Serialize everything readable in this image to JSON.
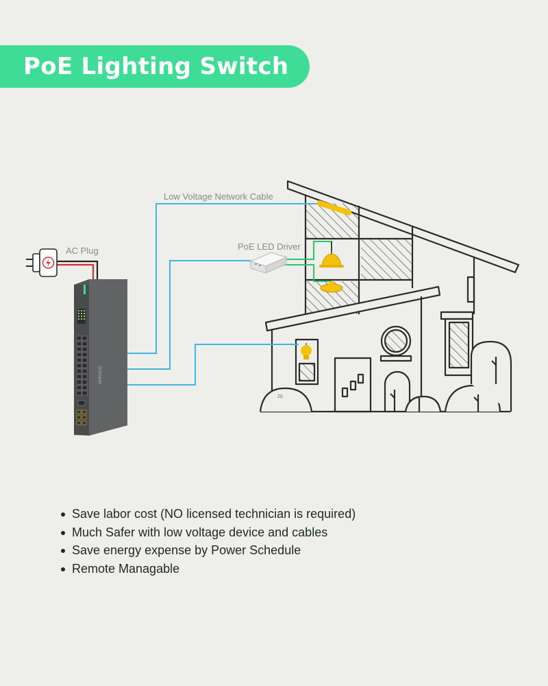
{
  "title": "PoE Lighting Switch",
  "labels": {
    "cable": "Low Voltage Network Cable",
    "driver": "PoE LED Driver",
    "plug": "AC Plug"
  },
  "switch_brand": "HORACO",
  "house_number": "20",
  "colors": {
    "accent": "#3FDC98",
    "network_cable": "#3DB6E6",
    "power_cable_red": "#D32F2F",
    "led_cable_green": "#28C76F",
    "lamp": "#F4C20D",
    "switch_body": "#5E5F60"
  },
  "features": [
    "Save labor cost (NO licensed technician is required)",
    "Much Safer with low voltage device and cables",
    "Save energy expense by Power Schedule",
    "Remote Managable"
  ]
}
